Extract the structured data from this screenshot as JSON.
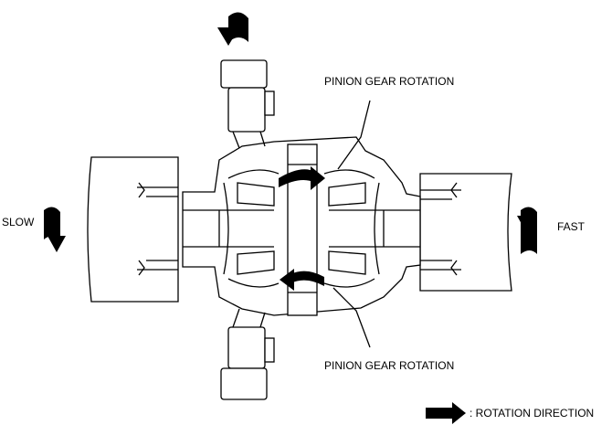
{
  "labels": {
    "pinion_top": "PINION GEAR ROTATION",
    "pinion_bottom": "PINION GEAR ROTATION",
    "slow": "SLOW",
    "fast": "FAST",
    "legend": ": ROTATION DIRECTION"
  },
  "colors": {
    "line": "#000000",
    "background": "#ffffff"
  }
}
